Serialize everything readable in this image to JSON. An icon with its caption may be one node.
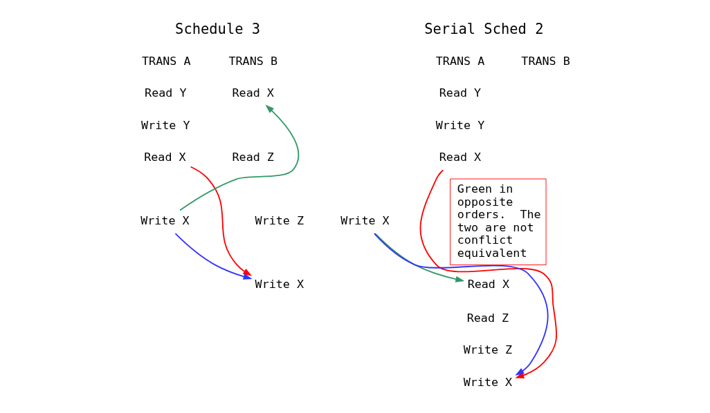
{
  "diagram": {
    "nodes": [
      {
        "text": [
          "Read Y"
        ]
      },
      {
        "text": [
          "Read X"
        ]
      },
      {
        "text": [
          "Read Z"
        ]
      },
      {
        "text": [
          "Write Y"
        ]
      },
      {
        "text": [
          "Read X"
        ]
      },
      {
        "text": [
          "Write X"
        ]
      },
      {
        "text": [
          "Write Z"
        ]
      },
      {
        "text": [
          "Write X"
        ]
      },
      {
        "text": [
          "Read Y"
        ]
      },
      {
        "text": [
          "Write Y"
        ]
      },
      {
        "text": [
          "Read X"
        ]
      },
      {
        "text": [
          "Write X"
        ]
      },
      {
        "text": [
          "Read X"
        ]
      },
      {
        "text": [
          "Read Z"
        ]
      },
      {
        "text": [
          "Write Z"
        ]
      },
      {
        "text": [
          "Write X"
        ]
      },
      {
        "text": [
          "Green in opposite orders.  The two are not conflict equivalent"
        ]
      }
    ],
    "edges": [
      {
        "from": 5,
        "to": 1,
        "arrow": "to",
        "color": "#339966"
      },
      {
        "from": 4,
        "to": 7,
        "arrow": "to",
        "color": "#ff0000"
      },
      {
        "from": 5,
        "to": 7,
        "arrow": "to",
        "color": "#3333ff"
      },
      {
        "from": 10,
        "to": 15,
        "arrow": "to",
        "color": "#ff0000"
      },
      {
        "from": 11,
        "to": 12,
        "arrow": "to",
        "color": "#339966"
      },
      {
        "from": 11,
        "to": 15,
        "arrow": "to",
        "color": "#3333ff"
      }
    ],
    "labels": [
      "Schedule 3",
      "TRANS A",
      "TRANS B",
      "Serial Sched 2",
      "TRANS A",
      "TRANS B"
    ]
  }
}
